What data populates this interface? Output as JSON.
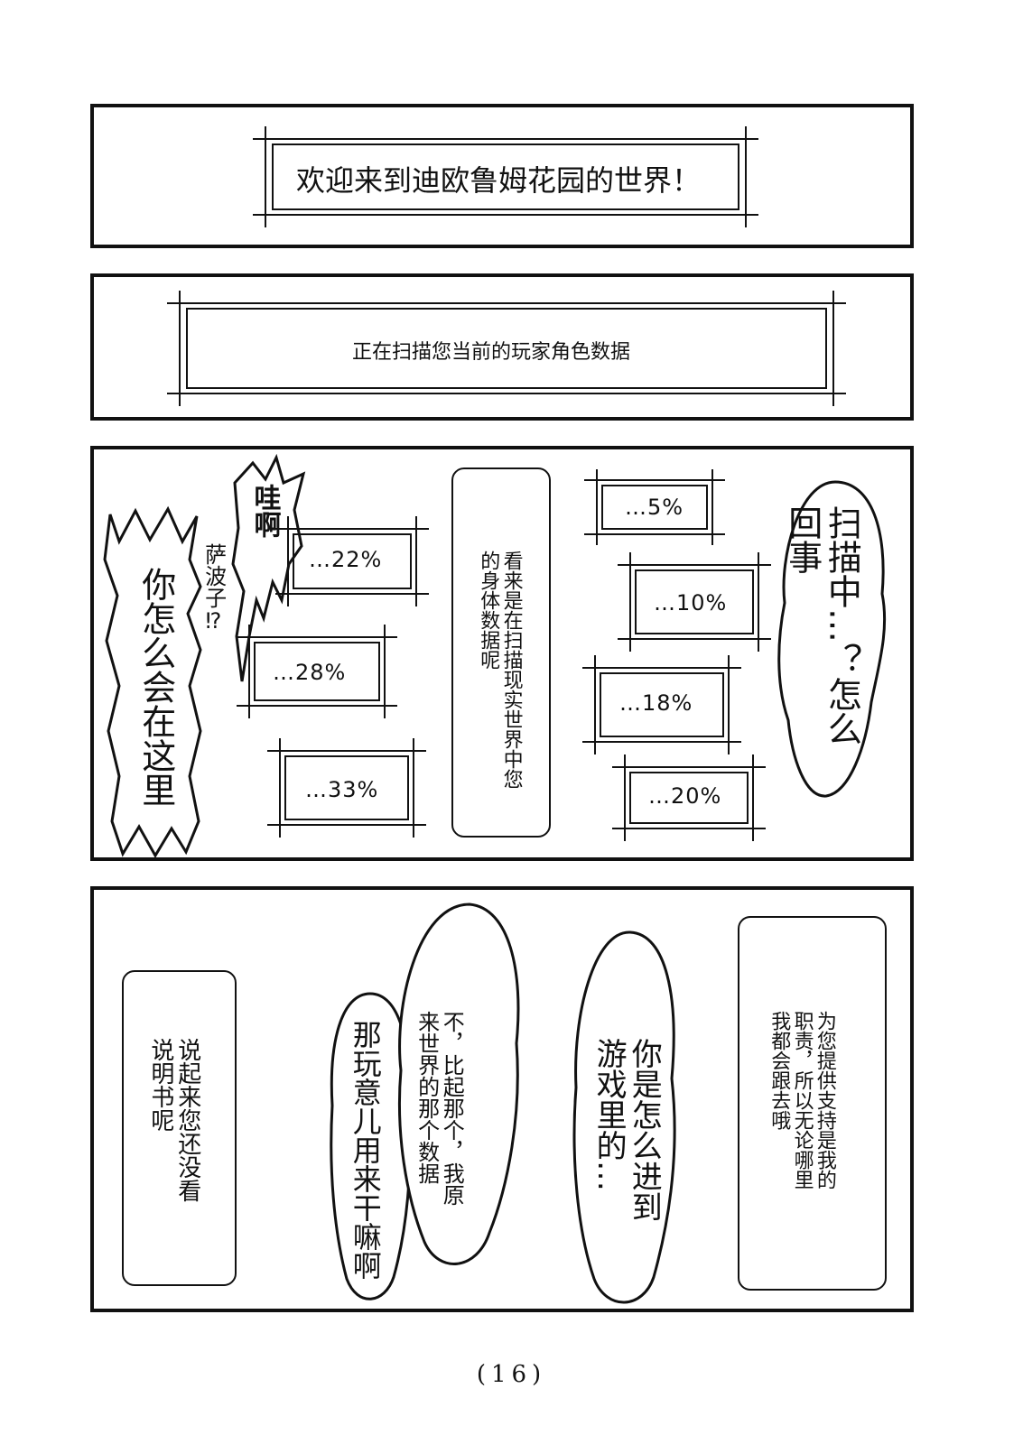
{
  "panels": {
    "welcome": {
      "title": "欢迎来到迪欧鲁姆花园的世界！"
    },
    "scanning": {
      "text": "正在扫描您当前的玩家角色数据"
    },
    "scan": {
      "shout_wa": "哇啊",
      "name_call": "萨波子⁉",
      "why_here": "你怎么会在这里",
      "narration": "看来是在扫描现实世界中您的身体数据呢",
      "scanning_what": "扫描中…？怎么回事",
      "left_percents": [
        "…22%",
        "…28%",
        "…33%"
      ],
      "right_percents": [
        "…5%",
        "…10%",
        "…18%",
        "…20%"
      ]
    },
    "talk": {
      "manual": "说起来您还没看说明书呢",
      "what_for": "那玩意儿用来干嘛啊",
      "original_data": "不，比起那个，我原来世界的那个数据",
      "how_enter": "你是怎么进到游戏里的…",
      "duty": "为您提供支持是我的职责，所以无论哪里我都会跟去哦"
    }
  },
  "page_number": "(16)"
}
